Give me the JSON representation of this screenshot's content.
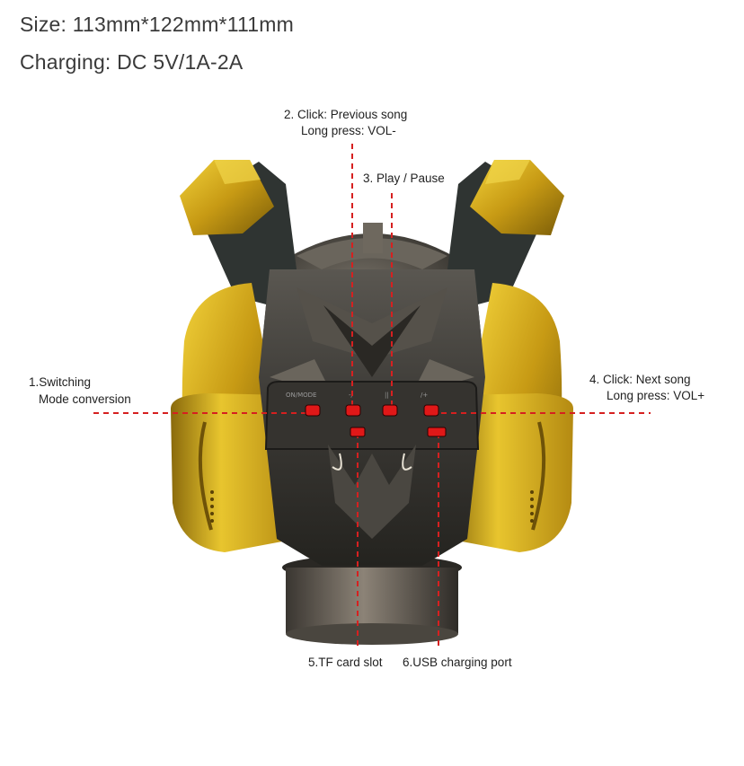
{
  "specs": {
    "size": "Size: 113mm*122mm*111mm",
    "charging": "Charging: DC 5V/1A-2A"
  },
  "callouts": {
    "prev_line1": "2. Click: Previous song",
    "prev_line2": "Long press: VOL-",
    "play": "3. Play / Pause",
    "mode_line1": "1.Switching",
    "mode_line2": "Mode conversion",
    "next_line1": "4. Click: Next song",
    "next_line2": "Long press: VOL+",
    "tf": "5.TF card slot",
    "usb": "6.USB charging port"
  },
  "panel_labels": {
    "on_mode": "ON/MODE",
    "prev": "-/",
    "play": "||",
    "next": "/+"
  },
  "colors": {
    "callout_line": "#d62020",
    "button_led": "#e01818",
    "gold": "#c9a21a",
    "gunmetal": "#3c3a36"
  }
}
